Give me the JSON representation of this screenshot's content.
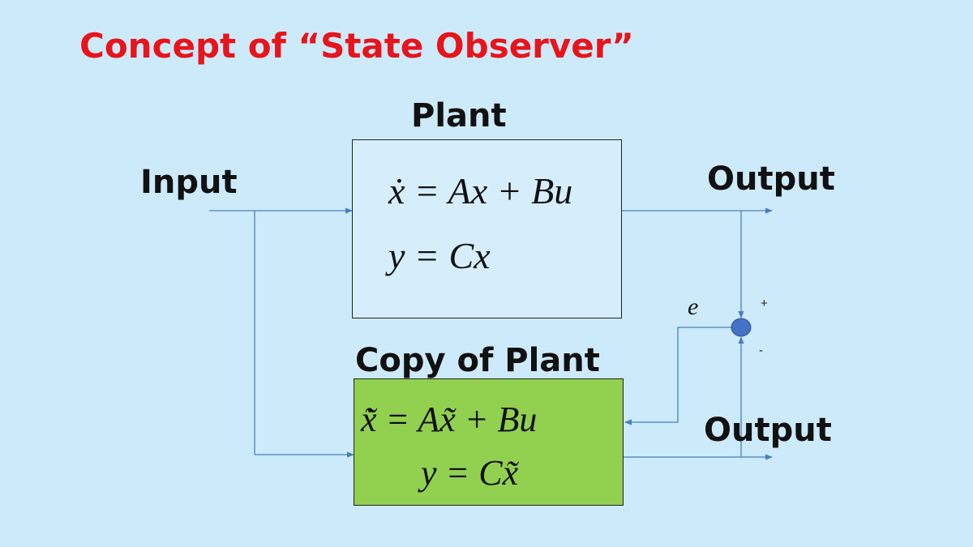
{
  "title": "Concept of “State Observer”",
  "plant": {
    "label": "Plant",
    "eq1": "ẋ = Ax + Bu",
    "eq2": "y = Cx"
  },
  "copy": {
    "label": "Copy of Plant",
    "eq1": "x̃̇  = Ax̃ + Bu",
    "eq2": "y = Cx̃"
  },
  "input_label": "Input",
  "output_label_top": "Output",
  "output_label_bottom": "Output",
  "error_label": "e",
  "plus_sign": "+",
  "minus_sign": "-",
  "colors": {
    "background": "#cdeafb",
    "title": "#e8141b",
    "copy_box": "#92d050",
    "wire": "#4a7ebb",
    "sum_node": "#4472c4"
  }
}
